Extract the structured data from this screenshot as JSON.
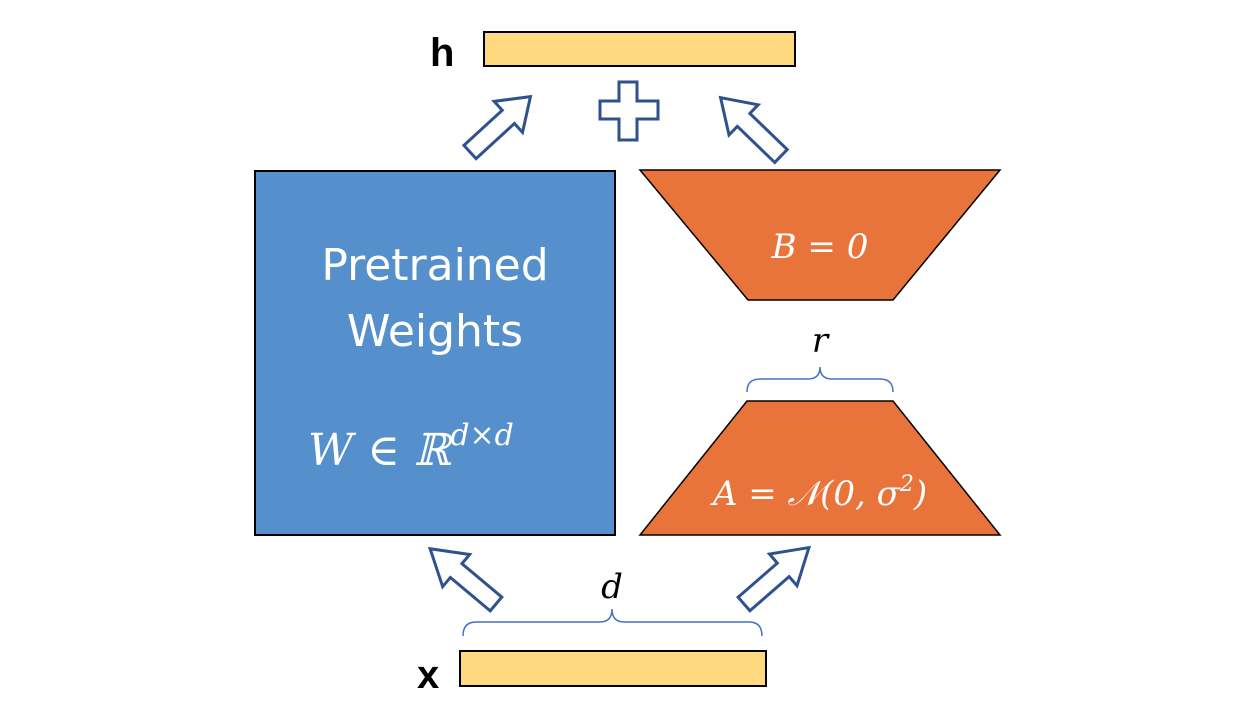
{
  "labels": {
    "output": "h",
    "input": "x",
    "rank": "r",
    "dim": "d"
  },
  "pretrained": {
    "line1": "Pretrained",
    "line2": "Weights",
    "formula": "W ∈ ℝ",
    "formula_sup": "d×d"
  },
  "matrix_b": {
    "formula": "B = 0"
  },
  "matrix_a": {
    "formula": "A = 𝒩(0, σ",
    "formula_sup": "2",
    "formula_end": ")"
  },
  "colors": {
    "pretrained_fill": "#5590CC",
    "lora_fill": "#E8743B",
    "vector_fill": "#FFD97F",
    "arrow_stroke": "#2F528F",
    "brace": "#4472C4"
  }
}
